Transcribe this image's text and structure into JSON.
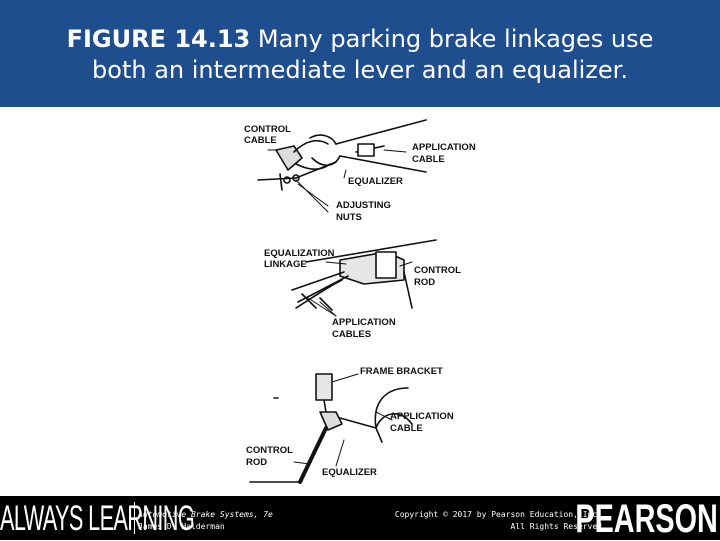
{
  "header": {
    "figure_number": "FIGURE 14.13",
    "caption_part1": "Many parking brake linkages use",
    "caption_part2": "both an intermediate lever and an equalizer."
  },
  "illustration": {
    "labels": {
      "control_cable_1": "CONTROL",
      "control_cable_2": "CABLE",
      "application_cable_top_1": "APPLICATION",
      "application_cable_top_2": "CABLE",
      "equalizer_top": "EQUALIZER",
      "adjusting_nuts_1": "ADJUSTING",
      "adjusting_nuts_2": "NUTS",
      "equalization_linkage_1": "EQUALIZATION",
      "equalization_linkage_2": "LINKAGE",
      "control_rod_mid_1": "CONTROL",
      "control_rod_mid_2": "ROD",
      "application_cables_1": "APPLICATION",
      "application_cables_2": "CABLES",
      "frame_bracket": "FRAME BRACKET",
      "application_cable_bottom_1": "APPLICATION",
      "application_cable_bottom_2": "CABLE",
      "control_rod_bottom_1": "CONTROL",
      "control_rod_bottom_2": "ROD",
      "equalizer_bottom": "EQUALIZER"
    }
  },
  "footer": {
    "always": "ALWAYS",
    "learning": "LEARNING",
    "book_title": "Automotive Brake Systems, 7e",
    "author": "James D. Halderman",
    "copyright": "Copyright © 2017 by Pearson Education, Inc.",
    "rights": "All Rights Reserved",
    "brand": "PEARSON"
  },
  "colors": {
    "header_bg": "#1f4e8f",
    "footer_bg": "#000000"
  }
}
